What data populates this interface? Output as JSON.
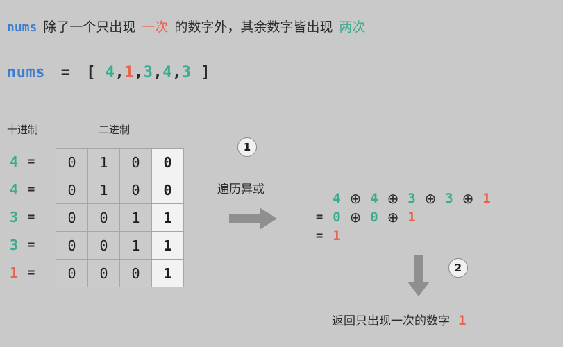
{
  "colors": {
    "background": "#c9c9c9",
    "keyword_blue": "#3c7fd0",
    "accent_red": "#e8644f",
    "accent_green": "#3aab8e",
    "accent_gold": "#e5a61b",
    "accent_purple": "#7c4ddb",
    "text_dark": "#2b2b2b",
    "arrow_gray": "#8f8f8f",
    "cell_bg": "#cbcbcb",
    "cell_hl_bg": "#f2f2f2"
  },
  "headline": {
    "keyword": "nums",
    "part1": "除了一个只出现",
    "once": "一次",
    "part2": "的数字外，其余数字皆出现",
    "twice": "两次"
  },
  "nums_line": {
    "keyword": "nums",
    "equals": "=",
    "open_bracket": "[",
    "close_bracket": "]",
    "separator": ",",
    "values": [
      {
        "text": "4",
        "color": "green"
      },
      {
        "text": "1",
        "color": "red"
      },
      {
        "text": "3",
        "color": "green"
      },
      {
        "text": "4",
        "color": "green"
      },
      {
        "text": "3",
        "color": "green"
      }
    ]
  },
  "captions": {
    "decimal": "十进制",
    "binary": "二进制"
  },
  "table": {
    "equals_sign": "=",
    "rows": [
      {
        "decimal": "4",
        "decimal_color": "green",
        "bits": [
          "0",
          "1",
          "0",
          "0"
        ],
        "last_bit_color": "gold"
      },
      {
        "decimal": "4",
        "decimal_color": "green",
        "bits": [
          "0",
          "1",
          "0",
          "0"
        ],
        "last_bit_color": "gold"
      },
      {
        "decimal": "3",
        "decimal_color": "green",
        "bits": [
          "0",
          "0",
          "1",
          "1"
        ],
        "last_bit_color": "purple"
      },
      {
        "decimal": "3",
        "decimal_color": "green",
        "bits": [
          "0",
          "0",
          "1",
          "1"
        ],
        "last_bit_color": "purple"
      },
      {
        "decimal": "1",
        "decimal_color": "red",
        "bits": [
          "0",
          "0",
          "0",
          "1"
        ],
        "last_bit_color": "purple"
      }
    ]
  },
  "steps": {
    "badge1": "1",
    "badge2": "2"
  },
  "middle": {
    "label": "遍历异或",
    "arrow_right_icon": "arrow-right-icon",
    "arrow_down_icon": "arrow-down-icon"
  },
  "xor": {
    "xor_symbol": "⊕",
    "equals_sign": "=",
    "lines": [
      {
        "lead": "",
        "tokens": [
          {
            "text": "4",
            "color": "green"
          },
          {
            "text": "4",
            "color": "green"
          },
          {
            "text": "3",
            "color": "green"
          },
          {
            "text": "3",
            "color": "green"
          },
          {
            "text": "1",
            "color": "red"
          }
        ]
      },
      {
        "lead": "=",
        "tokens": [
          {
            "text": "0",
            "color": "green"
          },
          {
            "text": "0",
            "color": "green"
          },
          {
            "text": "1",
            "color": "red"
          }
        ]
      },
      {
        "lead": "=",
        "tokens": [
          {
            "text": "1",
            "color": "red"
          }
        ]
      }
    ]
  },
  "result": {
    "label": "返回只出现一次的数字",
    "value": "1"
  }
}
